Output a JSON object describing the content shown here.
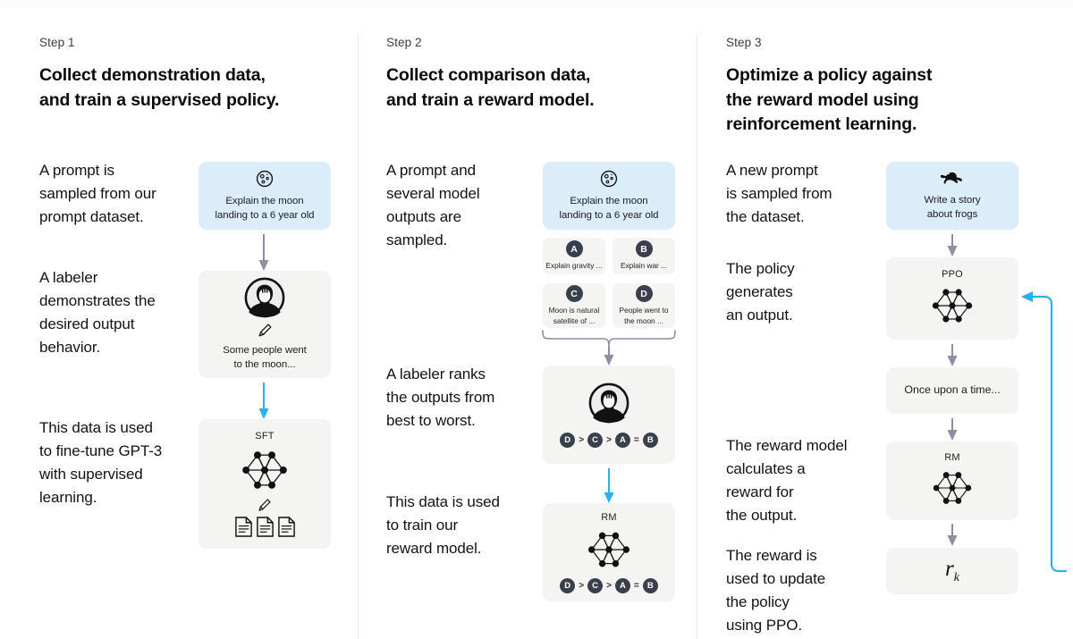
{
  "accent": {
    "blue_card": "#dcedfa",
    "gray_card": "#f4f4f2",
    "arrow_gray": "#8e8ea0",
    "arrow_blue": "#29b0f0",
    "badge": "#3a3f4d"
  },
  "columns": [
    {
      "step_label": "Step 1",
      "title_line1": "Collect demonstration data,",
      "title_line2": "and train a supervised policy.",
      "paragraphs": [
        "A prompt is\nsampled from our\nprompt dataset.",
        "A labeler\ndemonstrates the\ndesired output\nbehavior.",
        "This data is used\nto fine-tune GPT-3\nwith supervised\nlearning."
      ],
      "cards": [
        {
          "name": "prompt-card",
          "icon": "moon-icon",
          "text": "Explain the moon\nlanding to a 6 year old"
        },
        {
          "name": "labeler-card",
          "icon": "person-icon",
          "text": "Some people went\nto the moon..."
        },
        {
          "name": "sft-card",
          "caption": "SFT",
          "icon": "neural-net-icon"
        }
      ]
    },
    {
      "step_label": "Step 2",
      "title_line1": "Collect comparison data,",
      "title_line2": "and train a reward model.",
      "paragraphs": [
        "A prompt and\nseveral model\noutputs are\nsampled.",
        "A labeler ranks\nthe outputs from\nbest to worst.",
        "This data is used\nto train our\nreward model."
      ],
      "cards": [
        {
          "name": "prompt-card",
          "icon": "moon-icon",
          "text": "Explain the moon\nlanding to a 6 year old"
        },
        {
          "name": "ranking-card",
          "icon": "person-icon"
        },
        {
          "name": "rm-card",
          "caption": "RM",
          "icon": "neural-net-icon"
        }
      ],
      "options": [
        {
          "letter": "A",
          "text": "Explain gravity ..."
        },
        {
          "letter": "B",
          "text": "Explain war ..."
        },
        {
          "letter": "C",
          "text": "Moon is natural\nsatellite of ..."
        },
        {
          "letter": "D",
          "text": "People went to\nthe moon ..."
        }
      ],
      "ranking": [
        "D",
        ">",
        "C",
        ">",
        "A",
        "=",
        "B"
      ]
    },
    {
      "step_label": "Step 3",
      "title_line1": "Optimize a policy against",
      "title_line2": "the reward model using",
      "title_line3": "reinforcement learning.",
      "paragraphs": [
        "A new prompt\nis sampled from\nthe dataset.",
        "The policy\ngenerates\nan output.",
        "The reward model\ncalculates a\nreward for\nthe output.",
        "The reward is\nused to update\nthe policy\nusing PPO."
      ],
      "cards": [
        {
          "name": "prompt-card",
          "icon": "frog-icon",
          "text": "Write a story\nabout frogs"
        },
        {
          "name": "ppo-card",
          "caption": "PPO",
          "icon": "neural-net-icon"
        },
        {
          "name": "output-card",
          "text": "Once upon a time..."
        },
        {
          "name": "rm-card",
          "caption": "RM",
          "icon": "neural-net-icon"
        },
        {
          "name": "reward-card",
          "value_main": "r",
          "value_sub": "k"
        }
      ]
    }
  ]
}
